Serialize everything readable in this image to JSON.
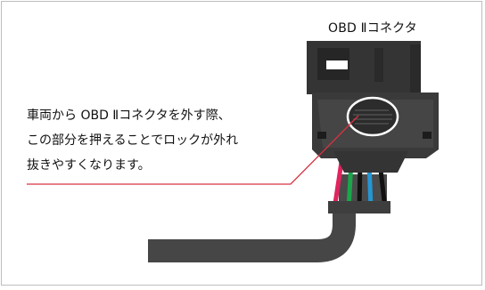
{
  "connector_label": "OBD Ⅱコネクタ",
  "caption_lines": [
    "車両から OBD Ⅱコネクタを外す際、",
    "この部分を押えることでロックが外れ",
    "抜きやすくなります。"
  ],
  "colors": {
    "leader_line": "#d63341",
    "connector_body": "#3b3b3b",
    "cable": "#464646",
    "wire_red": "#e0245e",
    "wire_green": "#1aa64a",
    "wire_blue": "#2596d4",
    "wire_black": "#111111"
  }
}
